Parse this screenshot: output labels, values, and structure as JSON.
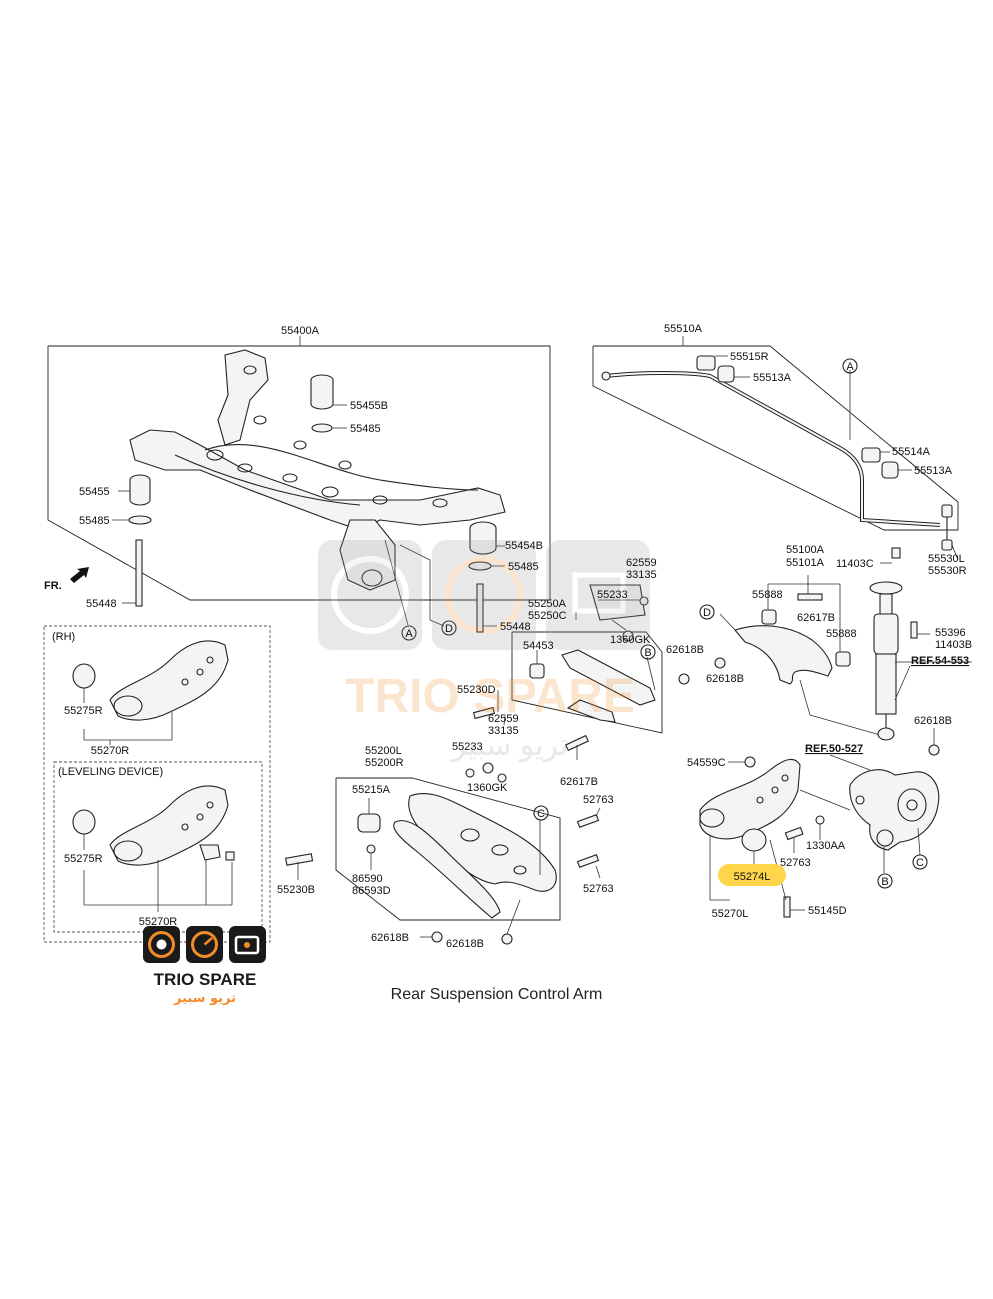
{
  "caption": "Rear Suspension Control Arm",
  "brand": {
    "name": "TRIO SPARE",
    "arabic": "تريو سبير",
    "accent": "#f28c28",
    "dark": "#1a1a1a"
  },
  "highlight_color": "#ffd54a",
  "labels": {
    "55400A": "55400A",
    "55455B": "55455B",
    "55485_top": "55485",
    "55455": "55455",
    "55485_left": "55485",
    "55454B": "55454B",
    "55485_right": "55485",
    "55448_left": "55448",
    "55448_mid": "55448",
    "FR": "FR.",
    "c_A1": "A",
    "c_D1": "D",
    "RH": "(RH)",
    "55275R_1": "55275R",
    "55270R_1": "55270R",
    "LEVELING": "(LEVELING DEVICE)",
    "55275R_2": "55275R",
    "55270R_2": "55270R",
    "55510A": "55510A",
    "55515R": "55515R",
    "55513A_1": "55513A",
    "55514A": "55514A",
    "55513A_2": "55513A",
    "c_A2": "A",
    "11403C": "11403C",
    "55530L": "55530L",
    "55530R": "55530R",
    "55100A": "55100A",
    "55101A": "55101A",
    "55888_1": "55888",
    "62617B_1": "62617B",
    "55888_2": "55888",
    "c_D2": "D",
    "62618B_1": "62618B",
    "55396": "55396",
    "11403B": "11403B",
    "REF54": "REF.54-553",
    "62618B_2": "62618B",
    "REF50": "REF.50-527",
    "62559_1": "62559",
    "33135_1": "33135",
    "55233_1": "55233",
    "55250A": "55250A",
    "55250C": "55250C",
    "1360GK_1": "1360GK",
    "54453": "54453",
    "c_B1": "B",
    "62618B_3": "62618B",
    "55230D": "55230D",
    "62559_2": "62559",
    "33135_2": "33135",
    "62617B_2": "62617B",
    "55200L": "55200L",
    "55200R": "55200R",
    "55233_2": "55233",
    "1360GK_2": "1360GK",
    "55215A": "55215A",
    "c_C1": "C",
    "52763_1": "52763",
    "52763_2": "52763",
    "86590": "86590",
    "86593D": "86593D",
    "55230B": "55230B",
    "62618B_4": "62618B",
    "62618B_5": "62618B",
    "54559C": "54559C",
    "52763_3": "52763",
    "1330AA": "1330AA",
    "55274L": "55274L",
    "55270L": "55270L",
    "55145D": "55145D",
    "c_B2": "B",
    "c_C2": "C"
  }
}
